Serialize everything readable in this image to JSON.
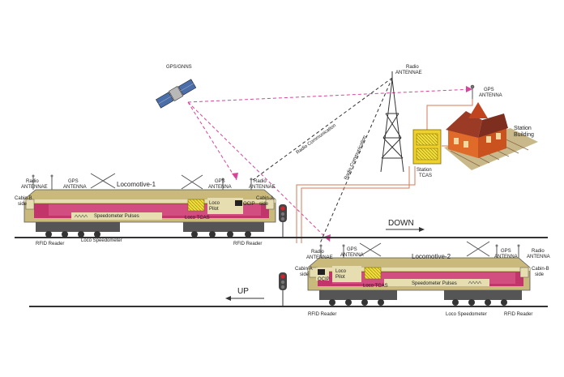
{
  "labels": {
    "gps_satellite": "GPS/GNNS",
    "radio_tower_1": "Radio",
    "radio_tower_2": "ANTENNAE",
    "station_gps_1": "GPS",
    "station_gps_2": "ANTENNA",
    "station_building_1": "Station",
    "station_building_2": "Building",
    "station_tcas_1": "Station",
    "station_tcas_2": "TCAS",
    "radio_comm": "Radio Communication",
    "loco1_name": "Locomotive-1",
    "loco2_name": "Locomotive-2",
    "radio": "Radio",
    "antenna": "ANTENNA",
    "antennae": "ANTENNAE",
    "gps": "GPS",
    "cabin_b": "Cabin-B",
    "cabin_a": "Cabin-A",
    "side": "side",
    "loco": "Loco",
    "pilot": "Pilot",
    "ocip": "OCIP",
    "loco_tcas": "Loco TCAS",
    "speedometer_pulses": "Speedometer Pulses",
    "rfid_reader": "RFID Reader",
    "loco_speedometer": "Loco Speedometer",
    "down": "DOWN",
    "up": "UP"
  },
  "colors": {
    "loco_body": "#c9b97a",
    "loco_stripe": "#c2356a",
    "loco_cream": "#e6ddb0",
    "signal": "#d8202a",
    "link_red": "#d77a5a",
    "gps_dash": "#d8449a",
    "radio_dash": "#333333",
    "building_wall": "#e06a2a",
    "building_roof": "#9b3b25",
    "tcas_box": "#f0d02a"
  }
}
